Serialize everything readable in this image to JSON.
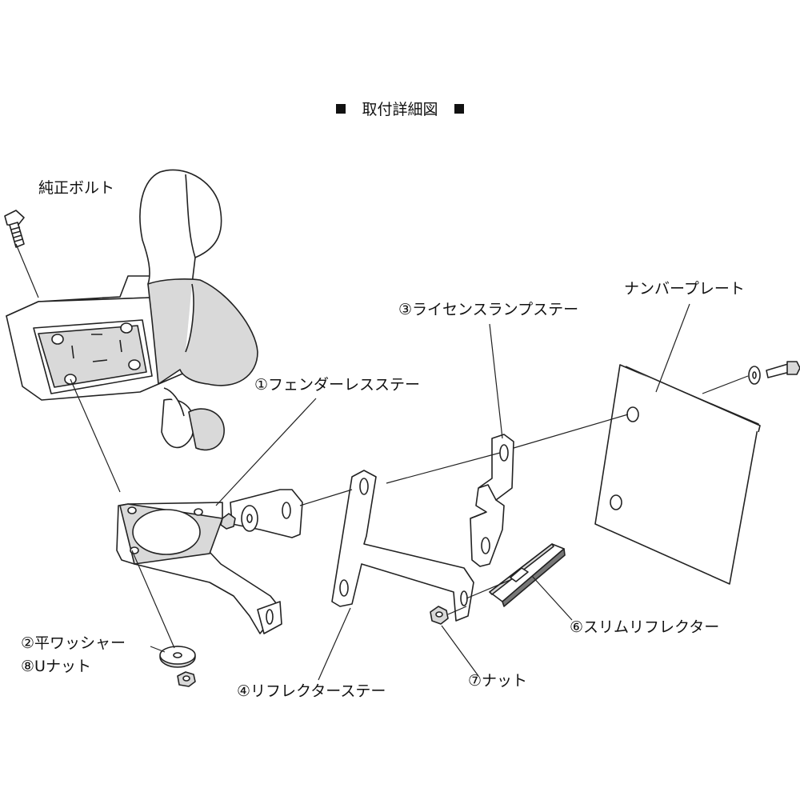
{
  "title": "取付詳細図",
  "labels": {
    "genuine_bolt": "純正ボルト",
    "fenderless_stay": "①フェンダーレスステー",
    "flat_washer": "②平ワッシャー",
    "u_nut": "⑧Uナット",
    "license_lamp_stay": "③ライセンスランプステー",
    "reflector_stay": "④リフレクターステー",
    "number_plate": "ナンバープレート",
    "slim_reflector": "⑥スリムリフレクター",
    "nut": "⑦ナット"
  }
}
